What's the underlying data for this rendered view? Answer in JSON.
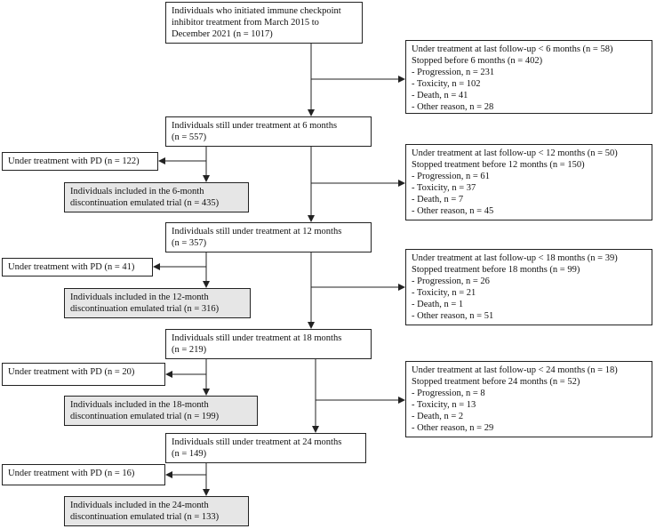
{
  "nodes": {
    "start": [
      "Individuals who initiated immune checkpoint",
      "inhibitor treatment from March 2015 to",
      "December 2021 (n = 1017)"
    ],
    "excl6": [
      "Under treatment at last follow-up < 6 months (n = 58)",
      "Stopped before 6 months (n = 402)",
      "- Progression, n = 231",
      "- Toxicity, n = 102",
      "- Death, n = 41",
      "- Other reason, n = 28"
    ],
    "still6": [
      "Individuals still under treatment at 6 months",
      "(n = 557)"
    ],
    "pd6": [
      "Under treatment with PD (n = 122)"
    ],
    "incl6": [
      "Individuals included in the 6-month",
      "discontinuation emulated trial (n = 435)"
    ],
    "excl12": [
      "Under treatment at last follow-up < 12 months (n = 50)",
      "Stopped treatment before 12 months (n = 150)",
      "- Progression, n = 61",
      "- Toxicity, n = 37",
      "- Death, n = 7",
      "- Other reason, n = 45"
    ],
    "still12": [
      "Individuals still under treatment at 12 months",
      "(n = 357)"
    ],
    "pd12": [
      "Under treatment with PD (n = 41)"
    ],
    "incl12": [
      "Individuals included in the 12-month",
      "discontinuation emulated trial (n = 316)"
    ],
    "excl18": [
      "Under treatment at last follow-up < 18 months (n = 39)",
      "Stopped treatment before 18 months (n = 99)",
      "- Progression, n = 26",
      "- Toxicity, n = 21",
      "- Death, n = 1",
      "- Other reason, n = 51"
    ],
    "still18": [
      "Individuals still under treatment at 18 months",
      "(n = 219)"
    ],
    "pd18": [
      "Under treatment with PD (n = 20)"
    ],
    "incl18": [
      "Individuals included in the 18-month",
      "discontinuation emulated trial (n = 199)"
    ],
    "excl24": [
      "Under treatment at last follow-up < 24 months (n = 18)",
      "Stopped treatment before 24 months (n = 52)",
      "- Progression, n = 8",
      "- Toxicity, n = 13",
      "- Death, n = 2",
      "- Other reason, n = 29"
    ],
    "still24": [
      "Individuals still under treatment at 24 months",
      "(n = 149)"
    ],
    "pd24": [
      "Under treatment with PD (n = 16)"
    ],
    "incl24": [
      "Individuals included in the 24-month",
      "discontinuation emulated trial (n = 133)"
    ]
  },
  "colors": {
    "line": "#222222",
    "shaded": "#e6e6e6"
  }
}
